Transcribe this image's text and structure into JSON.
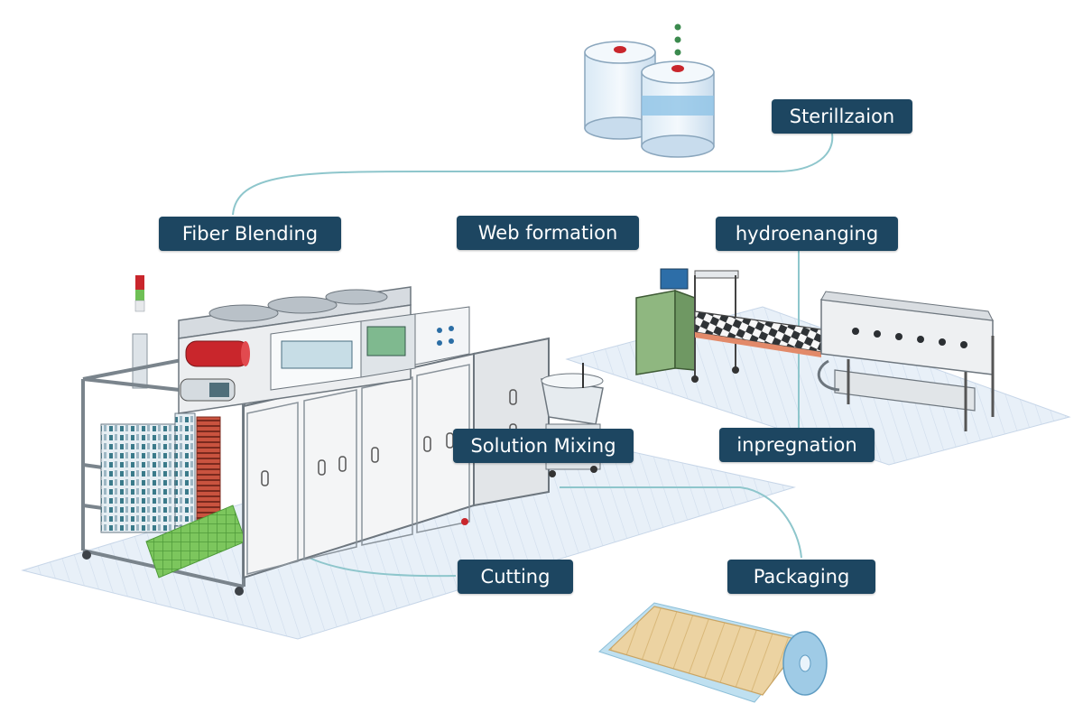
{
  "diagram": {
    "steps": [
      {
        "id": "sterilization",
        "label": "Sterillzaion"
      },
      {
        "id": "fiber-blending",
        "label": "Fiber Blending"
      },
      {
        "id": "web-formation",
        "label": "Web formation"
      },
      {
        "id": "hydroentangling",
        "label": "hydroenanging"
      },
      {
        "id": "solution-mixing",
        "label": "Solution Mixing"
      },
      {
        "id": "impregnation",
        "label": "inpregnation"
      },
      {
        "id": "cutting",
        "label": "Cutting"
      },
      {
        "id": "packaging",
        "label": "Packaging"
      }
    ],
    "colors": {
      "label_bg": "#1d4661",
      "label_text": "#ffffff",
      "connector": "#8ec6cc",
      "floor": "#e6eef7",
      "machine_body": "#f1f2f4",
      "accent_red": "#c9262c",
      "accent_green": "#6fbf55",
      "roll_tan": "#e9cf9c"
    }
  }
}
